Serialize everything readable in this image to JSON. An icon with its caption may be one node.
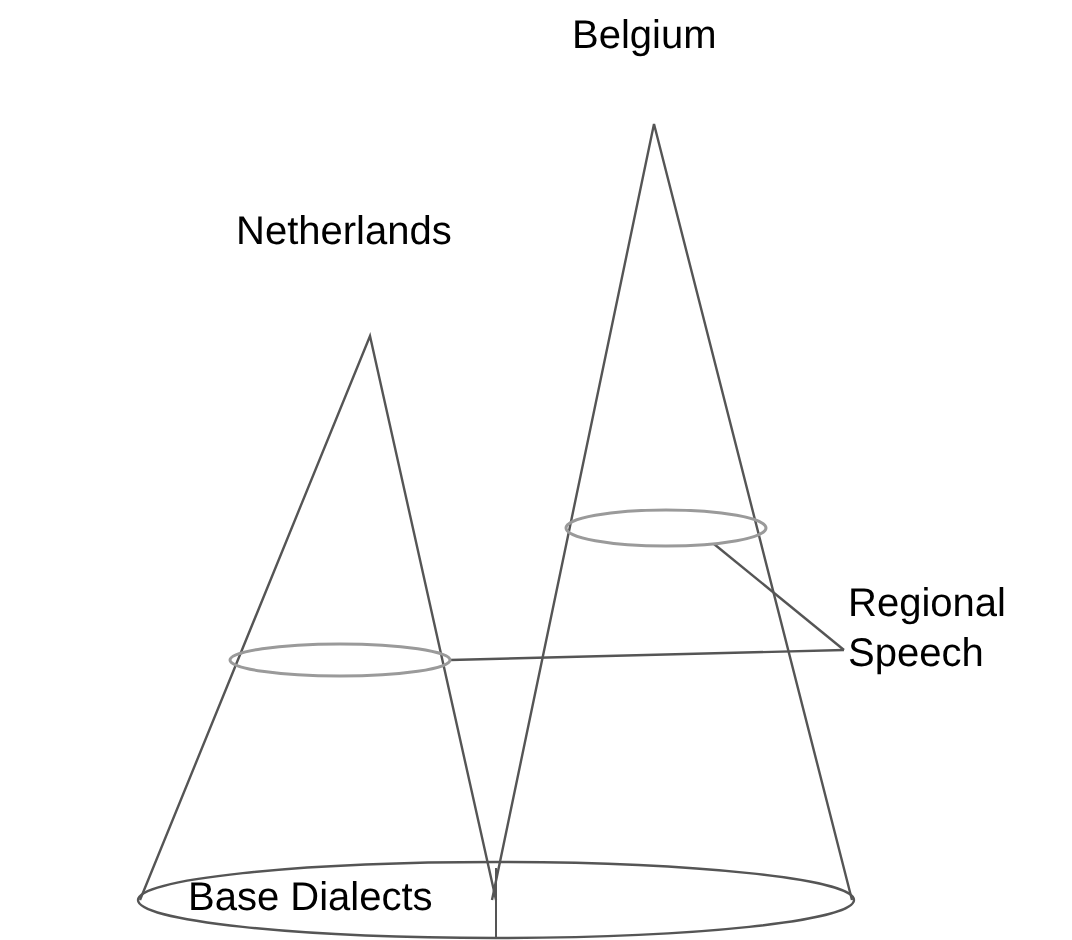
{
  "diagram": {
    "nodes": [
      {
        "text": [
          "Netherlands"
        ]
      },
      {
        "text": [
          "Belgium"
        ]
      },
      {
        "text": [],
        "shape": "ellipse",
        "in": 0
      },
      {
        "text": [],
        "shape": "ellipse",
        "in": 1
      },
      {
        "text": [
          "Regional Speech"
        ]
      },
      {
        "text": [
          "Base Dialects"
        ]
      }
    ],
    "edges": [
      {
        "from": 4,
        "to": 3,
        "arrow": "none"
      },
      {
        "from": 4,
        "to": 2,
        "arrow": "none"
      }
    ]
  }
}
